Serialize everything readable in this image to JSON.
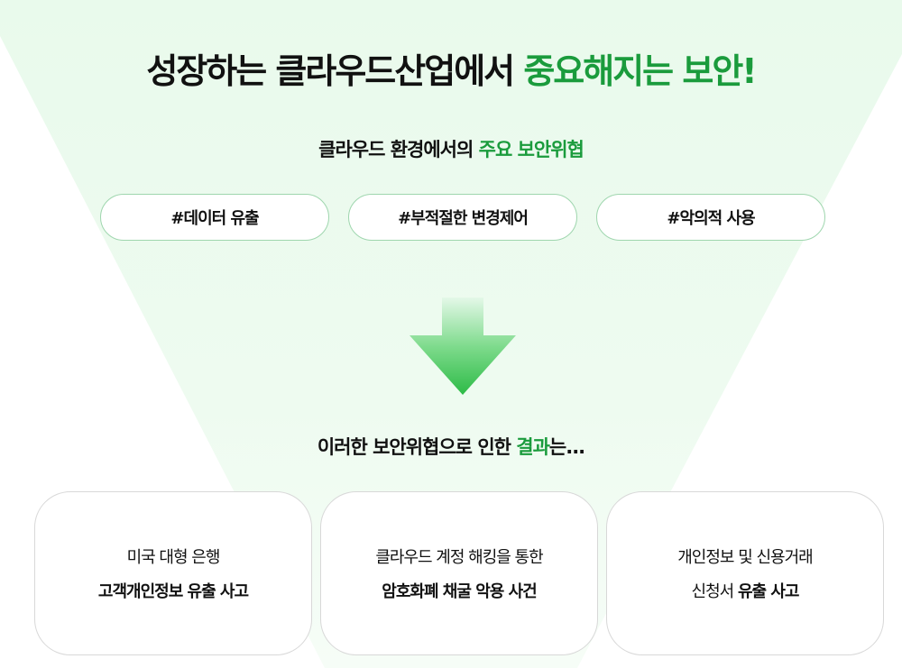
{
  "header": {
    "title_prefix": "성장하는 클라우드산업에서 ",
    "title_highlight": "중요해지는 보안!"
  },
  "threats": {
    "heading_prefix": "클라우드 환경에서의 ",
    "heading_highlight": "주요 보안위협",
    "tags": [
      "#데이터 유출",
      "#부적절한 변경제어",
      "#악의적 사용"
    ]
  },
  "results": {
    "heading_prefix": "이러한 보안위협으로 인한 ",
    "heading_highlight": "결과",
    "heading_suffix": "는...",
    "cards": [
      {
        "line1": "미국 대형 은행",
        "line2_normal": "",
        "line2_bold": "고객개인정보 유출 사고"
      },
      {
        "line1": "클라우드 계정 해킹을 통한",
        "line2_normal": "",
        "line2_bold": "암호화폐 채굴 악용 사건"
      },
      {
        "line1": "개인정보 및 신용거래",
        "line2_normal": "신청서 ",
        "line2_bold": "유출 사고"
      }
    ]
  },
  "colors": {
    "accent": "#1a9b3c",
    "background_tint": "#e9faec"
  }
}
